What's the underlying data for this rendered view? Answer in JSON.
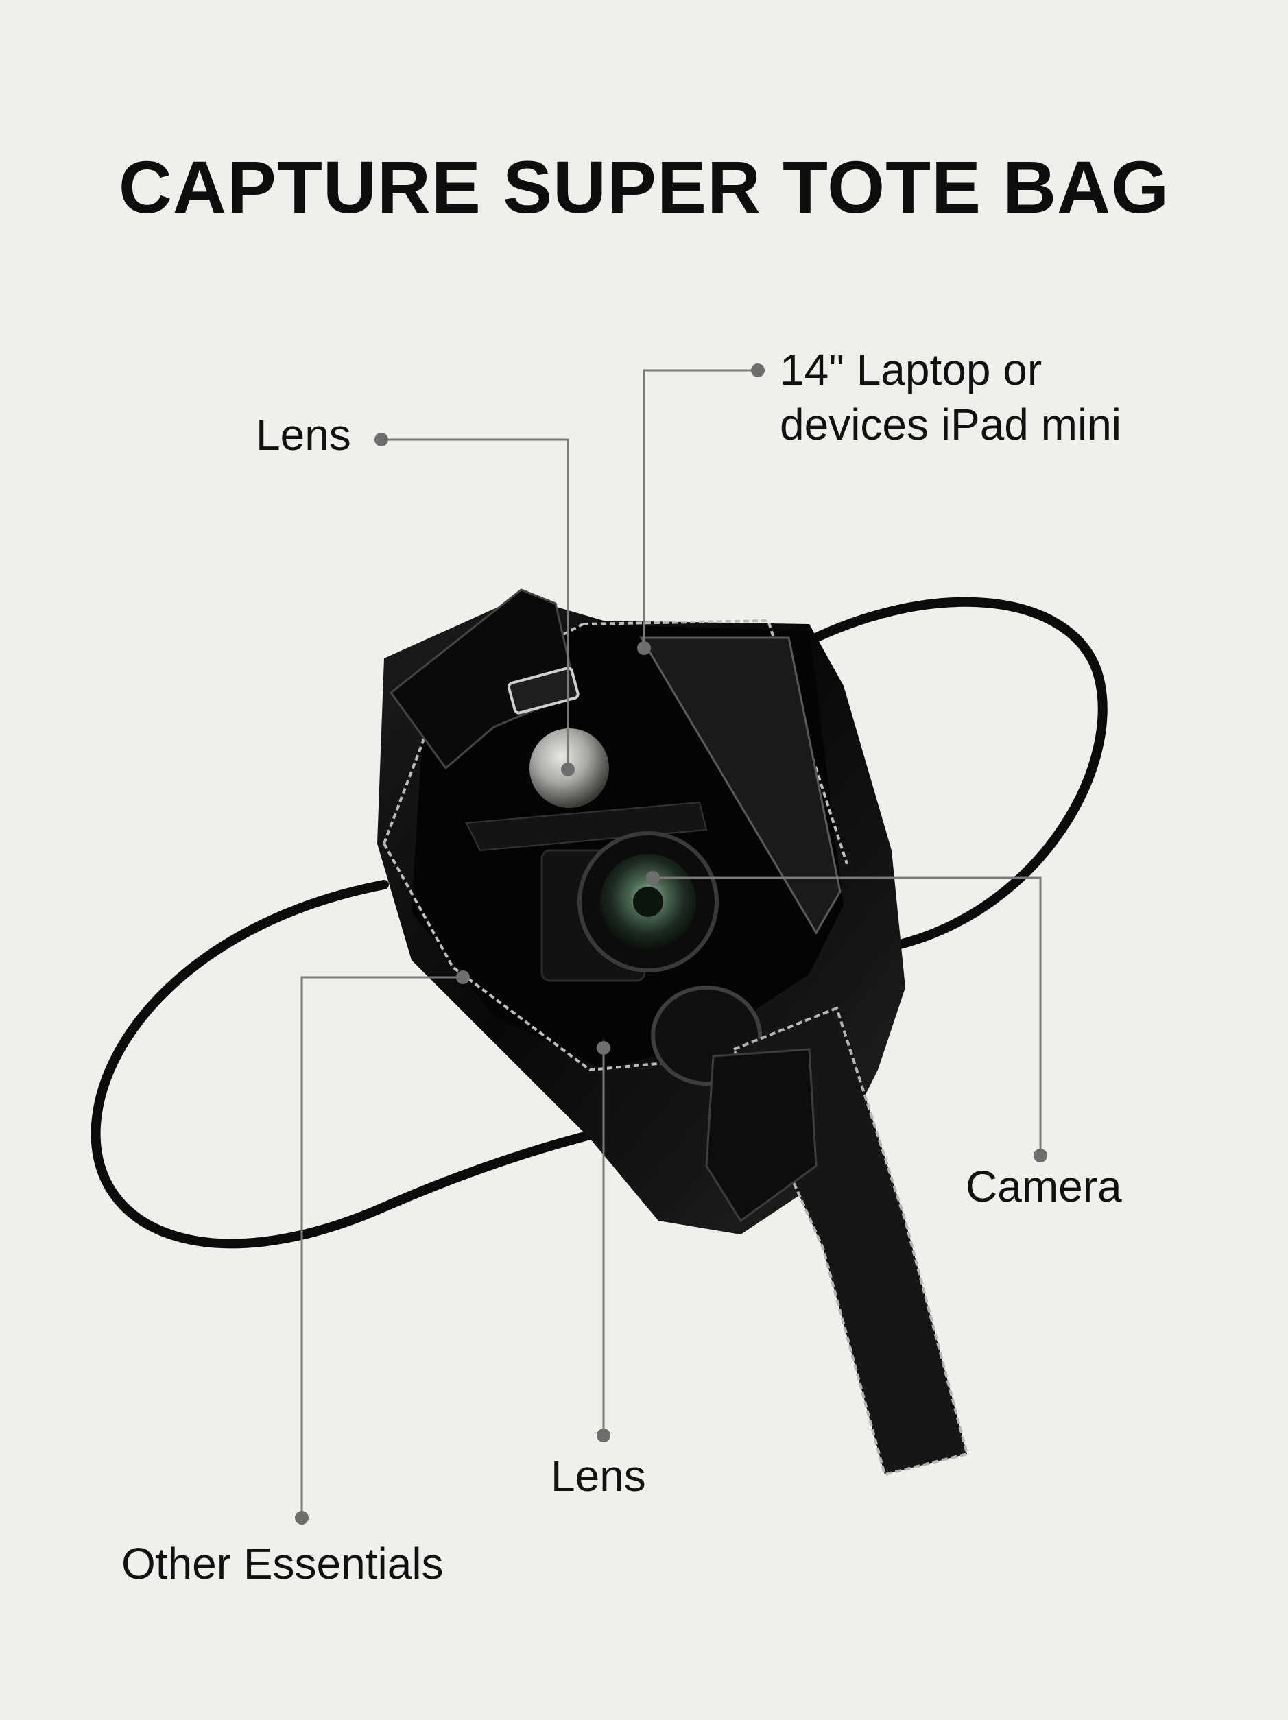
{
  "title": "CAPTURE SUPER TOTE BAG",
  "callouts": {
    "lens_top": "Lens",
    "laptop_line1": "14\" Laptop or",
    "laptop_line2": "devices iPad mini",
    "camera": "Camera",
    "lens_bottom": "Lens",
    "other": "Other Essentials"
  },
  "colors": {
    "background": "#efefed",
    "leader_line": "#7a7a7a",
    "bag": "#0b0b0b"
  }
}
